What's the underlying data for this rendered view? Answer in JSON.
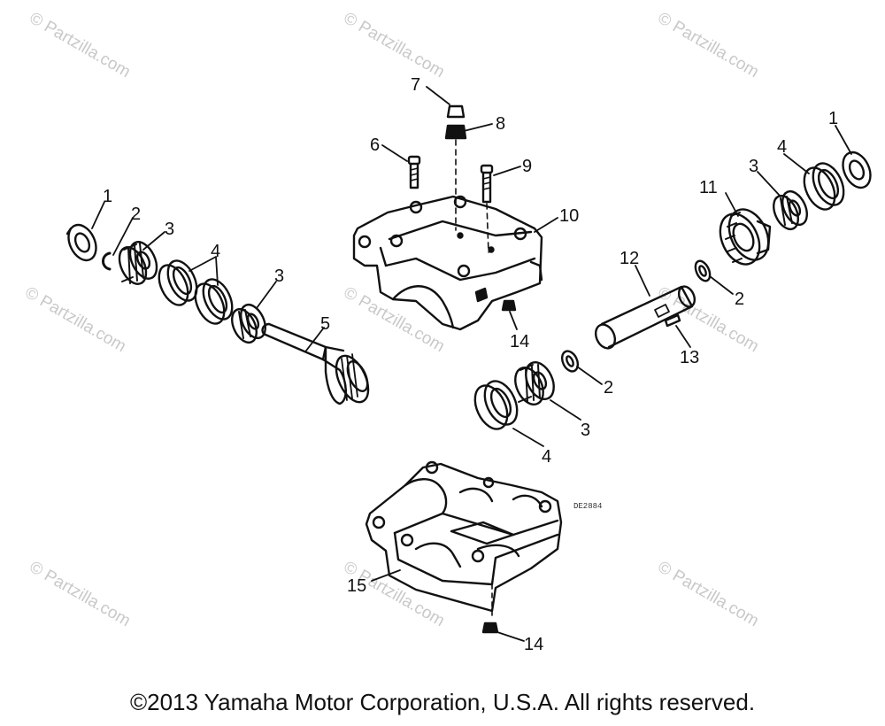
{
  "watermark": {
    "text": "© Partzilla.com"
  },
  "callouts": {
    "left_1": "1",
    "left_2": "2",
    "left_3a": "3",
    "left_4": "4",
    "left_3b": "3",
    "left_5": "5",
    "top_7": "7",
    "top_8": "8",
    "top_6": "6",
    "top_9": "9",
    "top_10": "10",
    "top_14": "14",
    "right_1": "1",
    "right_4": "4",
    "right_3": "3",
    "right_11": "11",
    "right_12": "12",
    "right_2": "2",
    "right_13": "13",
    "mid_2": "2",
    "mid_3": "3",
    "mid_4": "4",
    "bot_15": "15",
    "bot_14": "14"
  },
  "drawing_code": "DE2884",
  "footer": {
    "copyright": "©2013 Yamaha Motor Corporation, U.S.A. All rights reserved."
  }
}
